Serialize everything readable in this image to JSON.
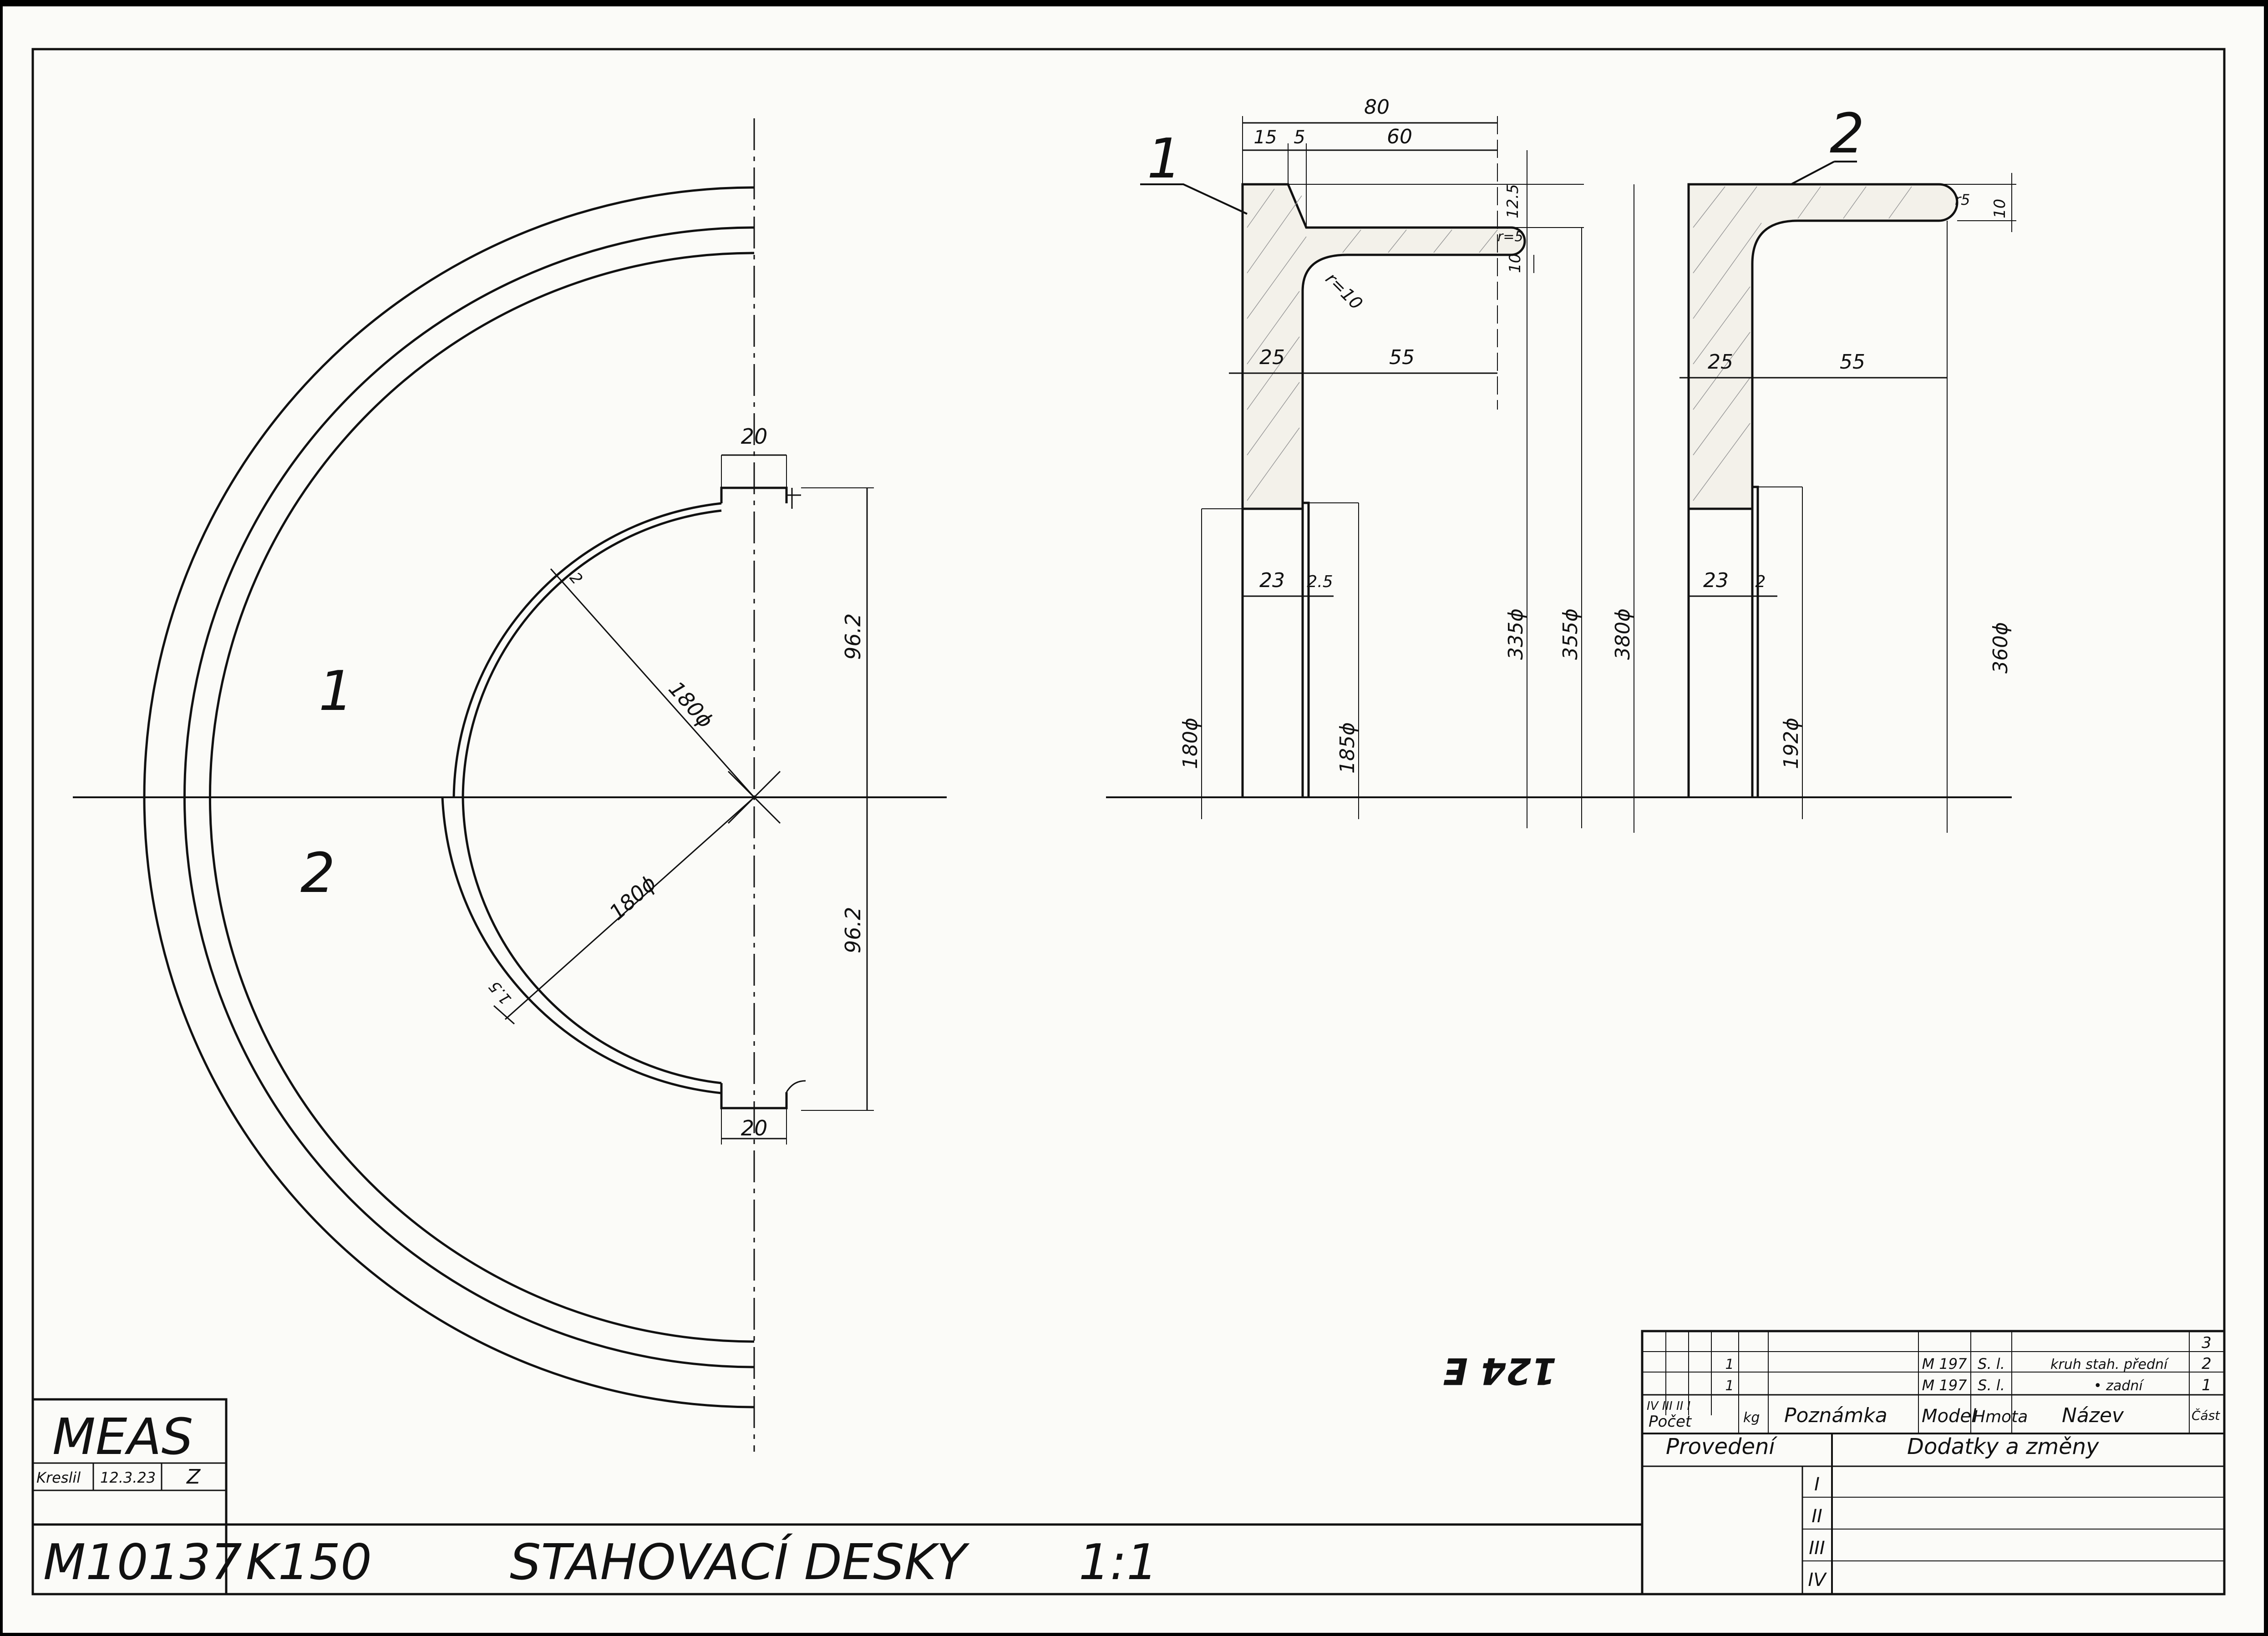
{
  "drawing": {
    "company": "MEAS",
    "drawing_number": "M10137",
    "machine": "K150",
    "title": "STAHOVACÍ DESKY",
    "scale": "1:1",
    "drawn_label": "Kreslil",
    "drawn_date": "12.3.23",
    "drawn_initials": "Z",
    "stamp": "124 E"
  },
  "parts_list": {
    "rows": [
      {
        "count": "",
        "model": "",
        "mass": "",
        "name": "",
        "part": "3"
      },
      {
        "count": "1",
        "model": "M 197",
        "mass": "S. l.",
        "name": "kruh stah. přední",
        "part": "2"
      },
      {
        "count": "1",
        "model": "M 197",
        "mass": "S. l.",
        "name": "• zadní",
        "part": "1"
      }
    ],
    "header": {
      "roman": "IV III II I",
      "count": "Počet",
      "kg": "kg",
      "note": "Poznámka",
      "model": "Model",
      "mass": "Hmota",
      "name": "Název",
      "part": "Část"
    }
  },
  "revision_block": {
    "execution": "Provedení",
    "changes": "Dodatky a změny",
    "variants": [
      "I",
      "II",
      "III",
      "IV"
    ]
  },
  "plan_view": {
    "labels": [
      "1",
      "2"
    ],
    "dims": {
      "slot_top": "20",
      "slot_bottom": "20",
      "dia_top": "180ϕ",
      "dia_bottom": "180ϕ",
      "half_top": "96.2",
      "half_bottom": "96.2",
      "wall_top": "2",
      "wall_bottom": "1.5"
    }
  },
  "section_1": {
    "label": "1",
    "dims": {
      "overall_width": "80",
      "lip": "15",
      "step": "5",
      "flange": "60",
      "thick_top": "12.5",
      "radius_tip": "r=5",
      "tip": "10",
      "fillet": "r=10",
      "web": "25",
      "reach": "55",
      "bore_w": "23",
      "gap": "2.5",
      "d1": "180ϕ",
      "d2": "185ϕ",
      "d3": "335ϕ",
      "d4": "355ϕ",
      "d5": "380ϕ"
    }
  },
  "section_2": {
    "label": "2",
    "dims": {
      "radius_tip": "r5",
      "tip": "10",
      "web": "25",
      "reach": "55",
      "bore_w": "23",
      "gap": "2",
      "d1": "192ϕ",
      "d2": "360ϕ"
    }
  }
}
